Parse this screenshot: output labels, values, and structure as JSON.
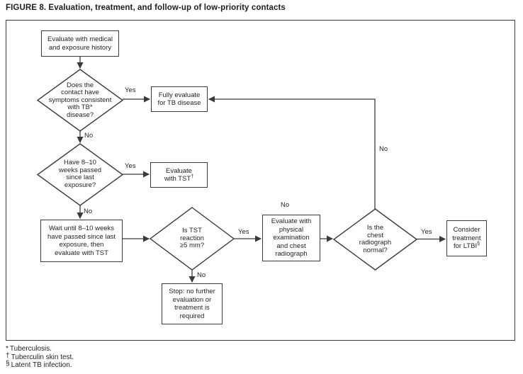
{
  "title": "FIGURE 8. Evaluation, treatment, and follow-up of low-priority contacts",
  "flowchart": {
    "nodes": {
      "evaluate_history": {
        "line1": "Evaluate with medical",
        "line2": "and exposure history"
      },
      "symptoms_decision": {
        "line1": "Does the",
        "line2": "contact have",
        "line3": "symptoms consistent",
        "line4": "with TB*",
        "line5": "disease?"
      },
      "fully_evaluate": {
        "line1": "Fully evaluate",
        "line2": "for TB disease"
      },
      "weeks_decision": {
        "line1": "Have 8–10",
        "line2": "weeks passed",
        "line3": "since last",
        "line4": "exposure?"
      },
      "evaluate_tst": {
        "line1": "Evaluate",
        "line2": "with TST",
        "marker": "†"
      },
      "wait_weeks": {
        "line1": "Wait until 8–10 weeks",
        "line2": "have passed since last",
        "line3": "exposure, then",
        "line4": "evaluate with TST"
      },
      "tst_decision": {
        "line1": "Is TST",
        "line2": "reaction",
        "line3": "≥5 mm?"
      },
      "stop": {
        "line1": "Stop: no further",
        "line2": "evaluation or",
        "line3": "treatment is",
        "line4": "required"
      },
      "physical_exam": {
        "line1": "Evaluate with",
        "line2": "physical",
        "line3": "examination",
        "line4": "and chest",
        "line5": "radiograph"
      },
      "radiograph_decision": {
        "line1": "Is the",
        "line2": "chest",
        "line3": "radiograph",
        "line4": "normal?"
      },
      "consider_treatment": {
        "line1": "Consider",
        "line2": "treatment",
        "line3": "for LTBI",
        "marker": "§"
      }
    },
    "edge_labels": {
      "symptoms_yes": "Yes",
      "symptoms_no": "No",
      "weeks_yes": "Yes",
      "weeks_no": "No",
      "tst_yes": "Yes",
      "tst_no": "No",
      "physical_no": "No",
      "radiograph_no": "No",
      "radiograph_yes": "Yes"
    }
  },
  "footnotes": [
    {
      "marker": "*",
      "text": "Tuberculosis."
    },
    {
      "marker": "†",
      "text": "Tuberculin skin test."
    },
    {
      "marker": "§",
      "text": "Latent TB infection."
    }
  ],
  "colors": {
    "line": "#3a3a3a",
    "text": "#242424",
    "background": "#ffffff"
  }
}
